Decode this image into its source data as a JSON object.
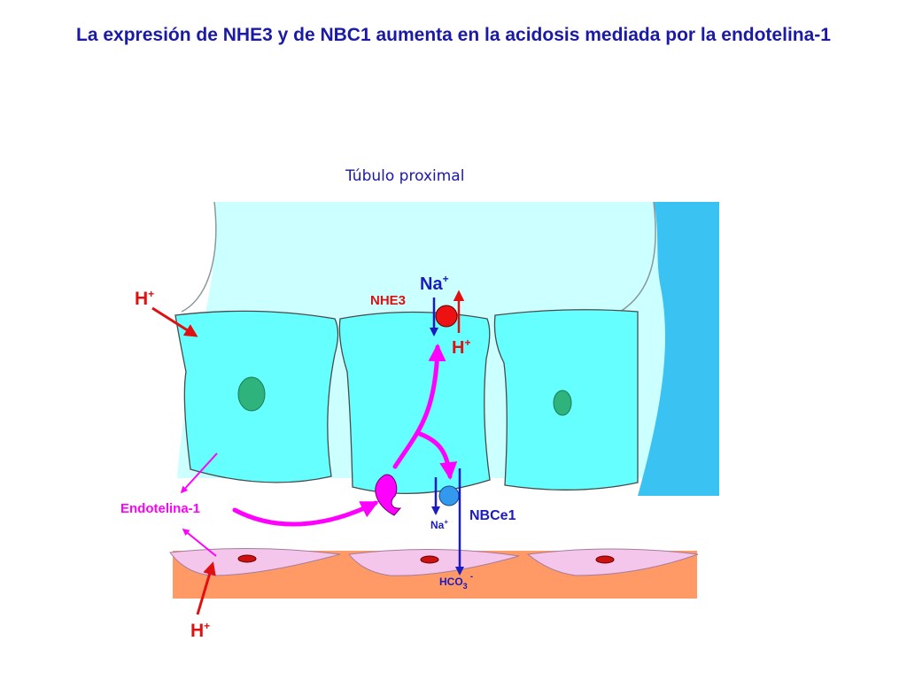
{
  "title": "La expresión de NHE3 y de NBC1 aumenta en la acidosis mediada por la endotelina-1",
  "labels": {
    "tubule": "Túbulo proximal",
    "h_top": "H",
    "h_plus": "+",
    "na_top": "Na",
    "na_plus": "+",
    "nhe3": "NHE3",
    "h_mid": "H",
    "endothelin": "Endotelina-1",
    "na_small": "Na",
    "nbce1": "NBCe1",
    "hco3_main": "HCO",
    "hco3_sub": "3",
    "hco3_sup": "-",
    "h_bottom": "H"
  },
  "colors": {
    "title": "#1a1aa6",
    "lumen": "#ccffff",
    "tubule_wall": "#39c2f2",
    "cell": "#66ffff",
    "nucleus": "#2eb37c",
    "interstitium": "#ff9966",
    "endothelium": "#f5c6ec",
    "endo_nucleus": "#cc1111",
    "magenta": "#ff00ff",
    "red": "#e01010",
    "blue": "#1b1bbf",
    "nbc_circle": "#3399ee"
  }
}
